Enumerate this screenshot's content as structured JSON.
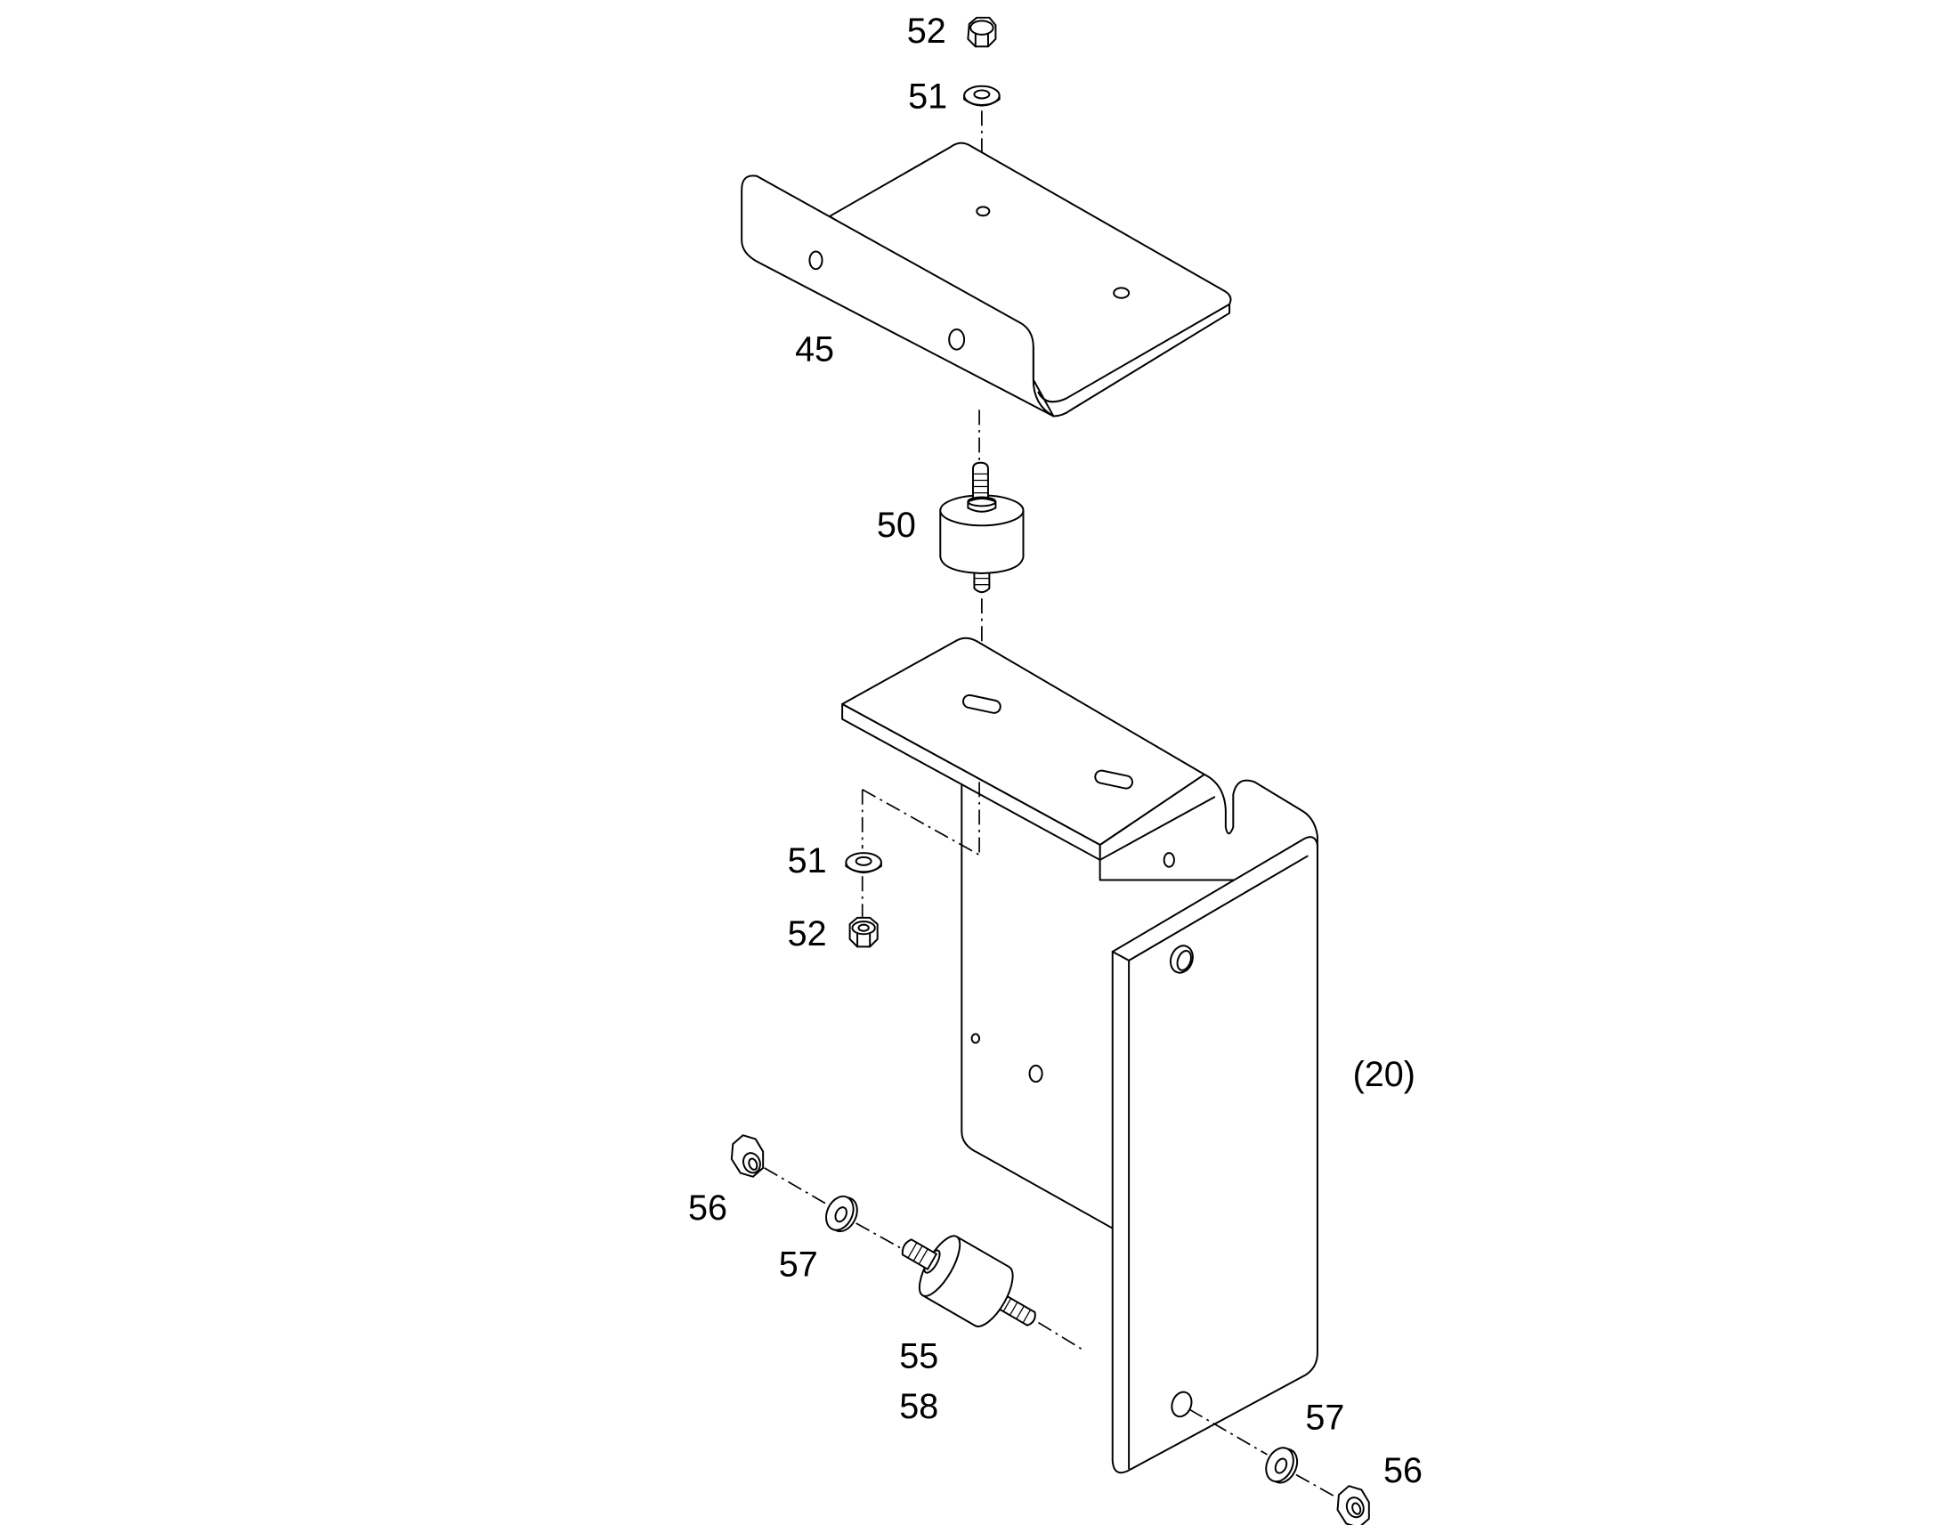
{
  "colors": {
    "line": "#000000",
    "background": "#ffffff"
  },
  "callouts": {
    "nut_top": "52",
    "washer_top": "51",
    "bracket_upper": "45",
    "mount_upper": "50",
    "washer_lower": "51",
    "nut_lower": "52",
    "bracket_main": "(20)",
    "nut_bottom_left": "56",
    "washer_bottom_left": "57",
    "mount_lower": "55",
    "mount_lower_alt": "58",
    "washer_bottom_right": "57",
    "nut_bottom_right": "56"
  }
}
